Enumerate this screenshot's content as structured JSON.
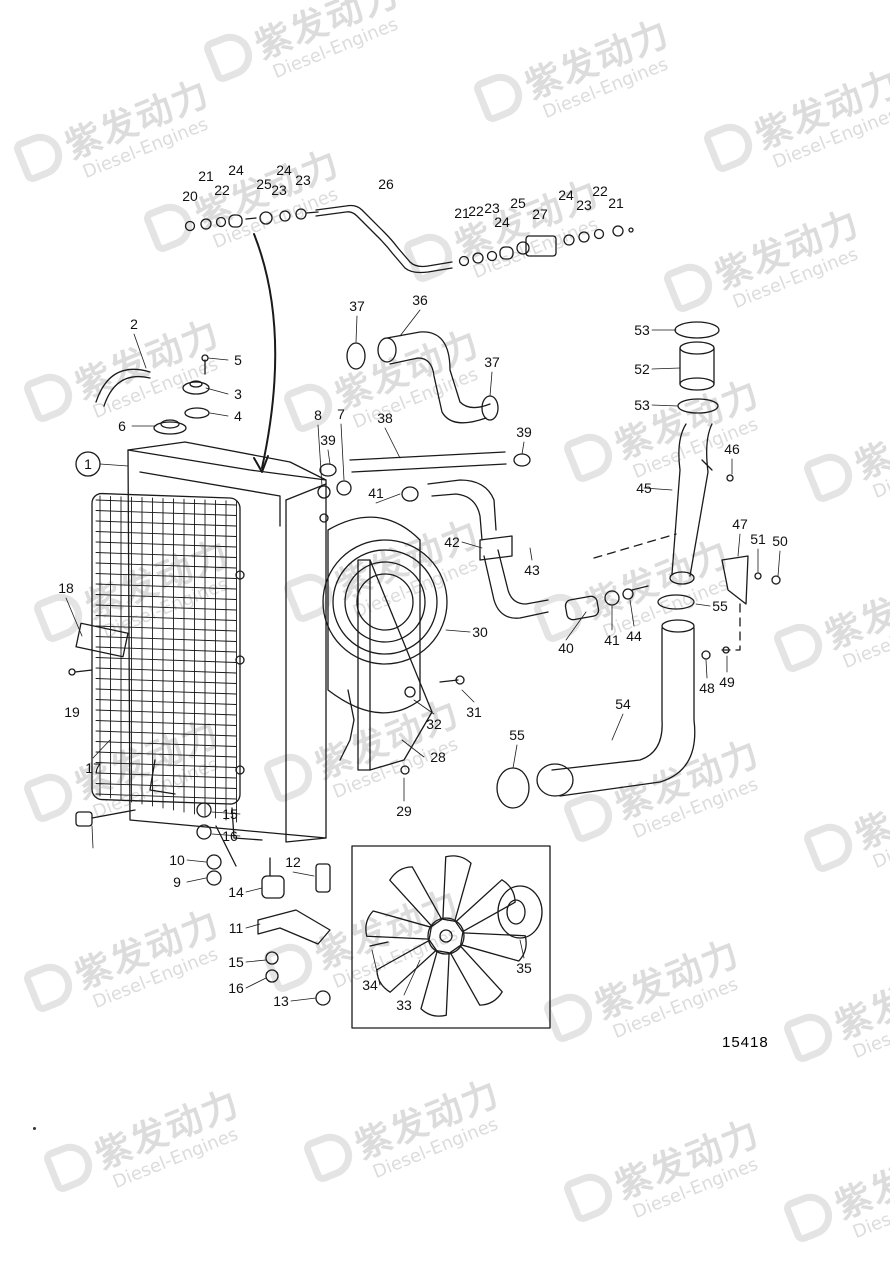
{
  "diagram": {
    "drawing_number": "15418",
    "watermark": {
      "brand_cn": "紫发动力",
      "brand_en": "Diesel-Engines"
    },
    "callouts": [
      "1",
      "2",
      "3",
      "4",
      "5",
      "6",
      "7",
      "8",
      "9",
      "10",
      "11",
      "12",
      "13",
      "14",
      "15",
      "15",
      "16",
      "16",
      "17",
      "18",
      "19",
      "20",
      "21",
      "21",
      "21",
      "22",
      "22",
      "22",
      "23",
      "23",
      "23",
      "23",
      "24",
      "24",
      "24",
      "24",
      "25",
      "25",
      "26",
      "27",
      "28",
      "29",
      "30",
      "31",
      "32",
      "33",
      "34",
      "35",
      "36",
      "37",
      "37",
      "38",
      "39",
      "39",
      "40",
      "41",
      "41",
      "42",
      "43",
      "44",
      "45",
      "46",
      "47",
      "48",
      "49",
      "50",
      "51",
      "52",
      "53",
      "53",
      "54",
      "55",
      "55"
    ]
  },
  "colors": {
    "line": "#1a1a1a",
    "watermark": "#dcdcdc",
    "background": "#ffffff"
  }
}
